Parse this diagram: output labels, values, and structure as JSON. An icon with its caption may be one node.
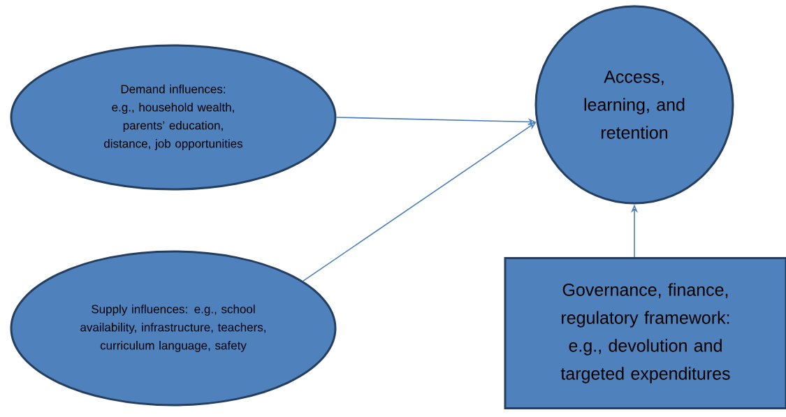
{
  "diagram": {
    "nodes": [
      {
        "text": [
          "Demand influences: e.g., household wealth, parents’ education, distance, job opportunities"
        ]
      },
      {
        "text": [
          "Access, learning, and retention"
        ]
      },
      {
        "text": [
          "Supply influences: e.g., school availability, infrastructure, teachers, curriculum language, safety"
        ]
      },
      {
        "text": [
          "Governance, finance, regulatory framework: e.g., devolution and targeted expenditures"
        ]
      }
    ],
    "edges": [
      {
        "from": 0,
        "to": 1,
        "arrow": "to"
      },
      {
        "from": 2,
        "to": 1,
        "arrow": "to"
      },
      {
        "from": 3,
        "to": 1,
        "arrow": "to"
      }
    ]
  }
}
